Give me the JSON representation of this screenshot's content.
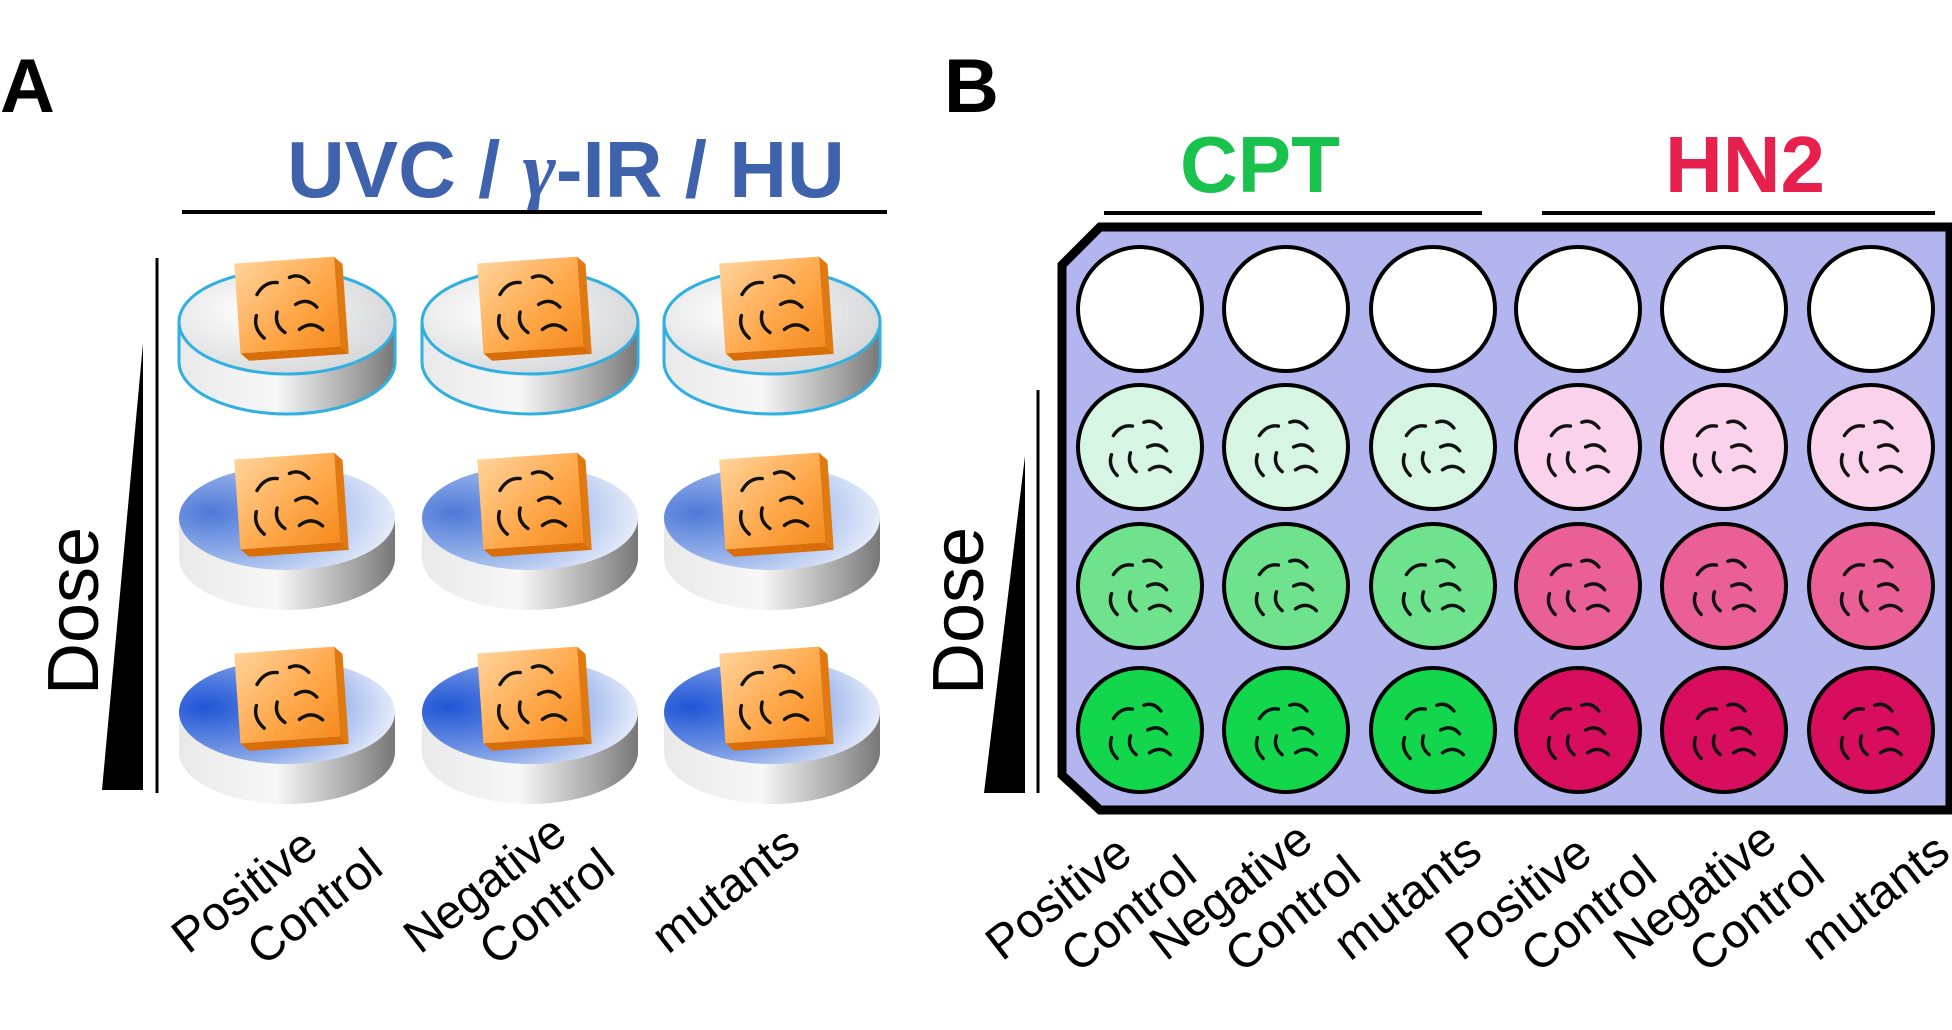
{
  "panel_a": {
    "letter": "A",
    "header": {
      "part1": "UVC / ",
      "gamma": "γ",
      "part2": "-IR / HU",
      "color": "#3f62ad"
    },
    "dose_label": "Dose",
    "columns": [
      {
        "line1": "Positive",
        "line2": "Control"
      },
      {
        "line1": "Negative",
        "line2": "Control"
      },
      {
        "line1": "mutants",
        "line2": ""
      }
    ],
    "dose_levels": 3
  },
  "panel_b": {
    "letter": "B",
    "groups": [
      {
        "label": "CPT",
        "color": "#18c24c"
      },
      {
        "label": "HN2",
        "color": "#e8204e"
      }
    ],
    "dose_label": "Dose",
    "columns": [
      {
        "line1": "Positive",
        "line2": "Control"
      },
      {
        "line1": "Negative",
        "line2": "Control"
      },
      {
        "line1": "mutants",
        "line2": ""
      },
      {
        "line1": "Positive",
        "line2": "Control"
      },
      {
        "line1": "Negative",
        "line2": "Control"
      },
      {
        "line1": "mutants",
        "line2": ""
      }
    ],
    "plate_color": "#b2b5ee",
    "well_colors": {
      "CPT": [
        "#ffffff",
        "#d6f5e2",
        "#6ee28d",
        "#12d74c"
      ],
      "HN2": [
        "#ffffff",
        "#fbd2ec",
        "#ea5f96",
        "#d90d5e"
      ]
    }
  }
}
